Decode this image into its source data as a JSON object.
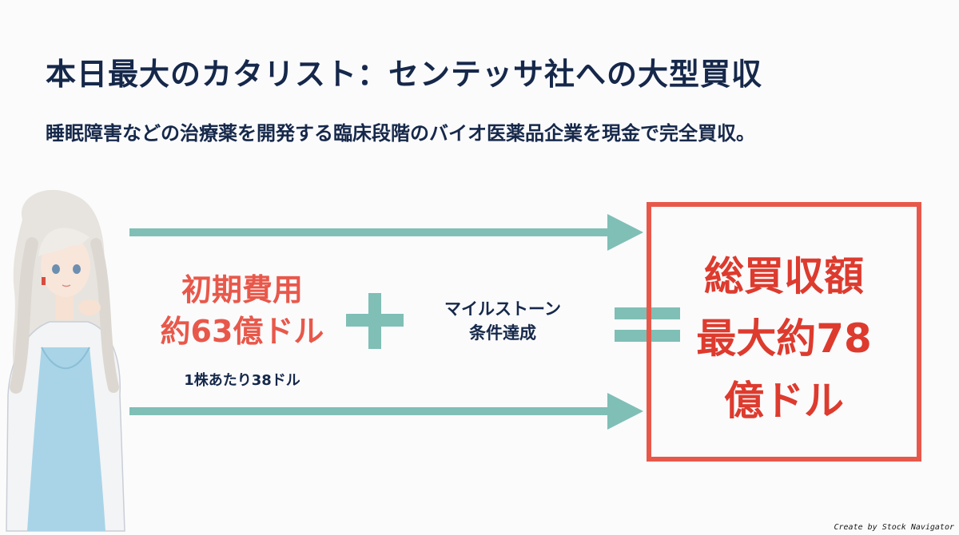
{
  "header": {
    "title": "本日最大のカタリスト：センテッサ社への大型買収",
    "subtitle": "睡眠障害などの治療薬を開発する臨床段階のバイオ医薬品企業を現金で完全買収。"
  },
  "initial": {
    "line1": "初期費用",
    "line2": "約63億ドル",
    "per_share": "1株あたり38ドル"
  },
  "milestone": {
    "line1": "マイルストーン",
    "line2": "条件達成"
  },
  "total": {
    "line1": "総買収額",
    "line2": "最大約78",
    "line3": "億ドル"
  },
  "footer": {
    "credit": "Create by Stock Navigator"
  },
  "colors": {
    "accent_red": "#e8584a",
    "teal": "#7fbfb6",
    "navy": "#16284a"
  },
  "icons": [
    "plus-icon",
    "equals-icon",
    "arrow-right-icon"
  ]
}
